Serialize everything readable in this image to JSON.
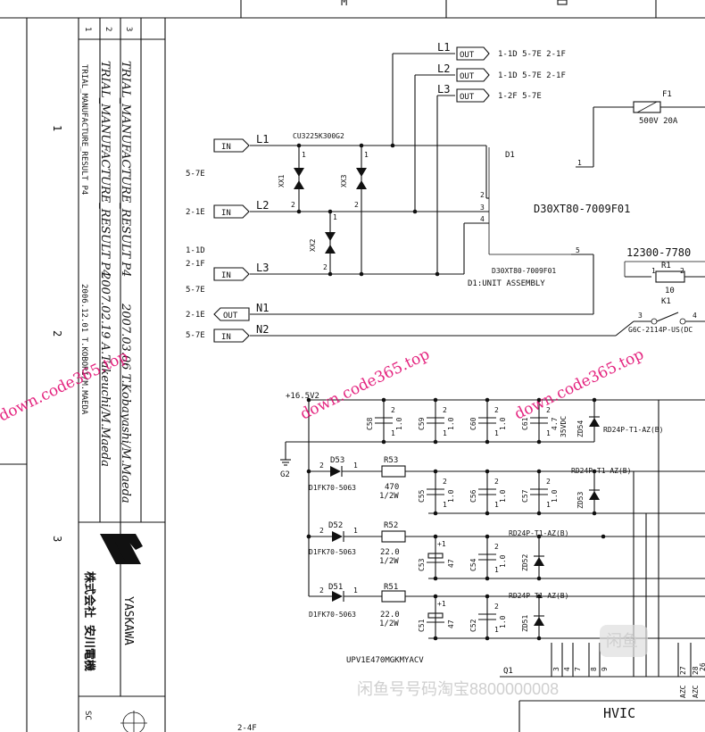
{
  "revisions": {
    "numbers": [
      "1",
      "2",
      "3"
    ],
    "rev1": "TRIAL_MANUFACTURE_RESULT P4",
    "rev1_date": "2006.12.01 T.KOBORI/M.MAEDA",
    "rev2": "TRIAL_MANUFACTURE_RESULT P4",
    "rev2_date": "2007.02.19 A.Takeuchi/M.Maeda",
    "rev3": "TRIAL_MANUFACTURE_RESULT P4",
    "rev3_date": "2007.03.06 T.Kobayashi/M.Maeda"
  },
  "zones": {
    "left": [
      "1",
      "2",
      "3"
    ],
    "top": [
      "M"
    ]
  },
  "company": {
    "name_en": "YASKAWA",
    "name_jp": "株式会社 安川電機"
  },
  "footer": {
    "sc": "SC",
    "ref_2_4f": "2-4F",
    "hvic": "HVIC"
  },
  "outputs": [
    {
      "net": "L1",
      "tag": "OUT",
      "refs": "1-1D 5-7E 2-1F"
    },
    {
      "net": "L2",
      "tag": "OUT",
      "refs": "1-1D 5-7E 2-1F"
    },
    {
      "net": "L3",
      "tag": "OUT",
      "refs": "1-2F 5-7E"
    }
  ],
  "inputs": [
    {
      "net": "L1",
      "tag": "IN",
      "refs": [
        "5-7E"
      ]
    },
    {
      "net": "L2",
      "tag": "IN",
      "refs": [
        "2-1E"
      ]
    },
    {
      "net": "L3",
      "tag": "IN",
      "refs": [
        "1-1D",
        "2-1F",
        "5-7E"
      ]
    },
    {
      "net": "N1",
      "tag": "OUT",
      "refs": [
        "2-1E"
      ]
    },
    {
      "net": "N2",
      "tag": "IN",
      "refs": [
        "5-7E"
      ]
    }
  ],
  "d1": {
    "part_top": "CU3225K300G2",
    "name": "D1",
    "part": "D30XT80-7009F01",
    "part_small": "D30XT80-7009F01",
    "unit": "D1:UNIT ASSEMBLY",
    "varistors": [
      "XX1",
      "XX3",
      "XX2"
    ],
    "pins": [
      "1",
      "2",
      "3",
      "4",
      "5"
    ],
    "vpins": [
      "1",
      "2"
    ]
  },
  "fuse": {
    "ref": "F1",
    "rating": "500V 20A",
    "pin": "1"
  },
  "relay": {
    "part": "12300-7780",
    "r1": "R1",
    "r1_pin1": "1",
    "r1_pin2": "2",
    "r1_val": "10",
    "k1": "K1",
    "pin3": "3",
    "pin4": "4",
    "model": "G6C-2114P-US(DC"
  },
  "supply": {
    "rail": "+16.5V2",
    "ground": "G2",
    "cap_part": "UPV1E470MGKMYACV",
    "q1": "Q1"
  },
  "caps_row1": [
    {
      "ref": "C58",
      "val": "1.0",
      "p1": "1",
      "p2": "2"
    },
    {
      "ref": "C59",
      "val": "1.0",
      "p1": "1",
      "p2": "2"
    },
    {
      "ref": "C60",
      "val": "1.0",
      "p1": "1",
      "p2": "2"
    },
    {
      "ref": "C61",
      "val": "4.7",
      "extra": "35VDC",
      "p1": "1",
      "p2": "2"
    }
  ],
  "zeners": [
    {
      "ref": "ZD54",
      "part": "RD24P-T1-AZ(B)"
    },
    {
      "ref": "ZD53",
      "part": "RD24P-T1-AZ(B)"
    },
    {
      "ref": "ZD52",
      "part": "RD24P-T1-AZ(B)"
    },
    {
      "ref": "ZD51",
      "part": "RD24P-T1-AZ(B)"
    }
  ],
  "channels": [
    {
      "diode": "D53",
      "dpart": "D1FK70-5063",
      "res": "R53",
      "rval": "470",
      "rw": "1/2W",
      "d1": "2",
      "d2": "1"
    },
    {
      "diode": "D52",
      "dpart": "D1FK70-5063",
      "res": "R52",
      "rval": "22.0",
      "rw": "1/2W",
      "d1": "2",
      "d2": "1"
    },
    {
      "diode": "D51",
      "dpart": "D1FK70-5063",
      "res": "R51",
      "rval": "22.0",
      "rw": "1/2W",
      "d1": "2",
      "d2": "1"
    }
  ],
  "caps_row2": [
    {
      "ref": "C55",
      "val": "1.0",
      "p1": "1",
      "p2": "2"
    },
    {
      "ref": "C56",
      "val": "1.0",
      "p1": "1",
      "p2": "2"
    },
    {
      "ref": "C57",
      "val": "1.0",
      "p1": "1",
      "p2": "2"
    }
  ],
  "caps_row3": [
    {
      "ref": "C53",
      "val": "47",
      "p1": "1",
      "p2": "2",
      "pol": "+1"
    },
    {
      "ref": "C54",
      "val": "1.0",
      "p1": "1",
      "p2": "2"
    }
  ],
  "caps_row4": [
    {
      "ref": "C51",
      "val": "47",
      "p1": "1",
      "p2": "2",
      "pol": "+1"
    },
    {
      "ref": "C52",
      "val": "1.0",
      "p1": "1",
      "p2": "2"
    }
  ],
  "connector_pins": [
    "3",
    "4",
    "7",
    "8",
    "9",
    "27",
    "28",
    "26"
  ],
  "connector_labels": [
    "AZC",
    "AZC"
  ],
  "watermarks": {
    "a": "down.code365.top",
    "b": "down.code365.top",
    "c": "down.code365.top",
    "bottom": "闲鱼号号码淘宝8800000008",
    "logo": "闲鱼"
  }
}
